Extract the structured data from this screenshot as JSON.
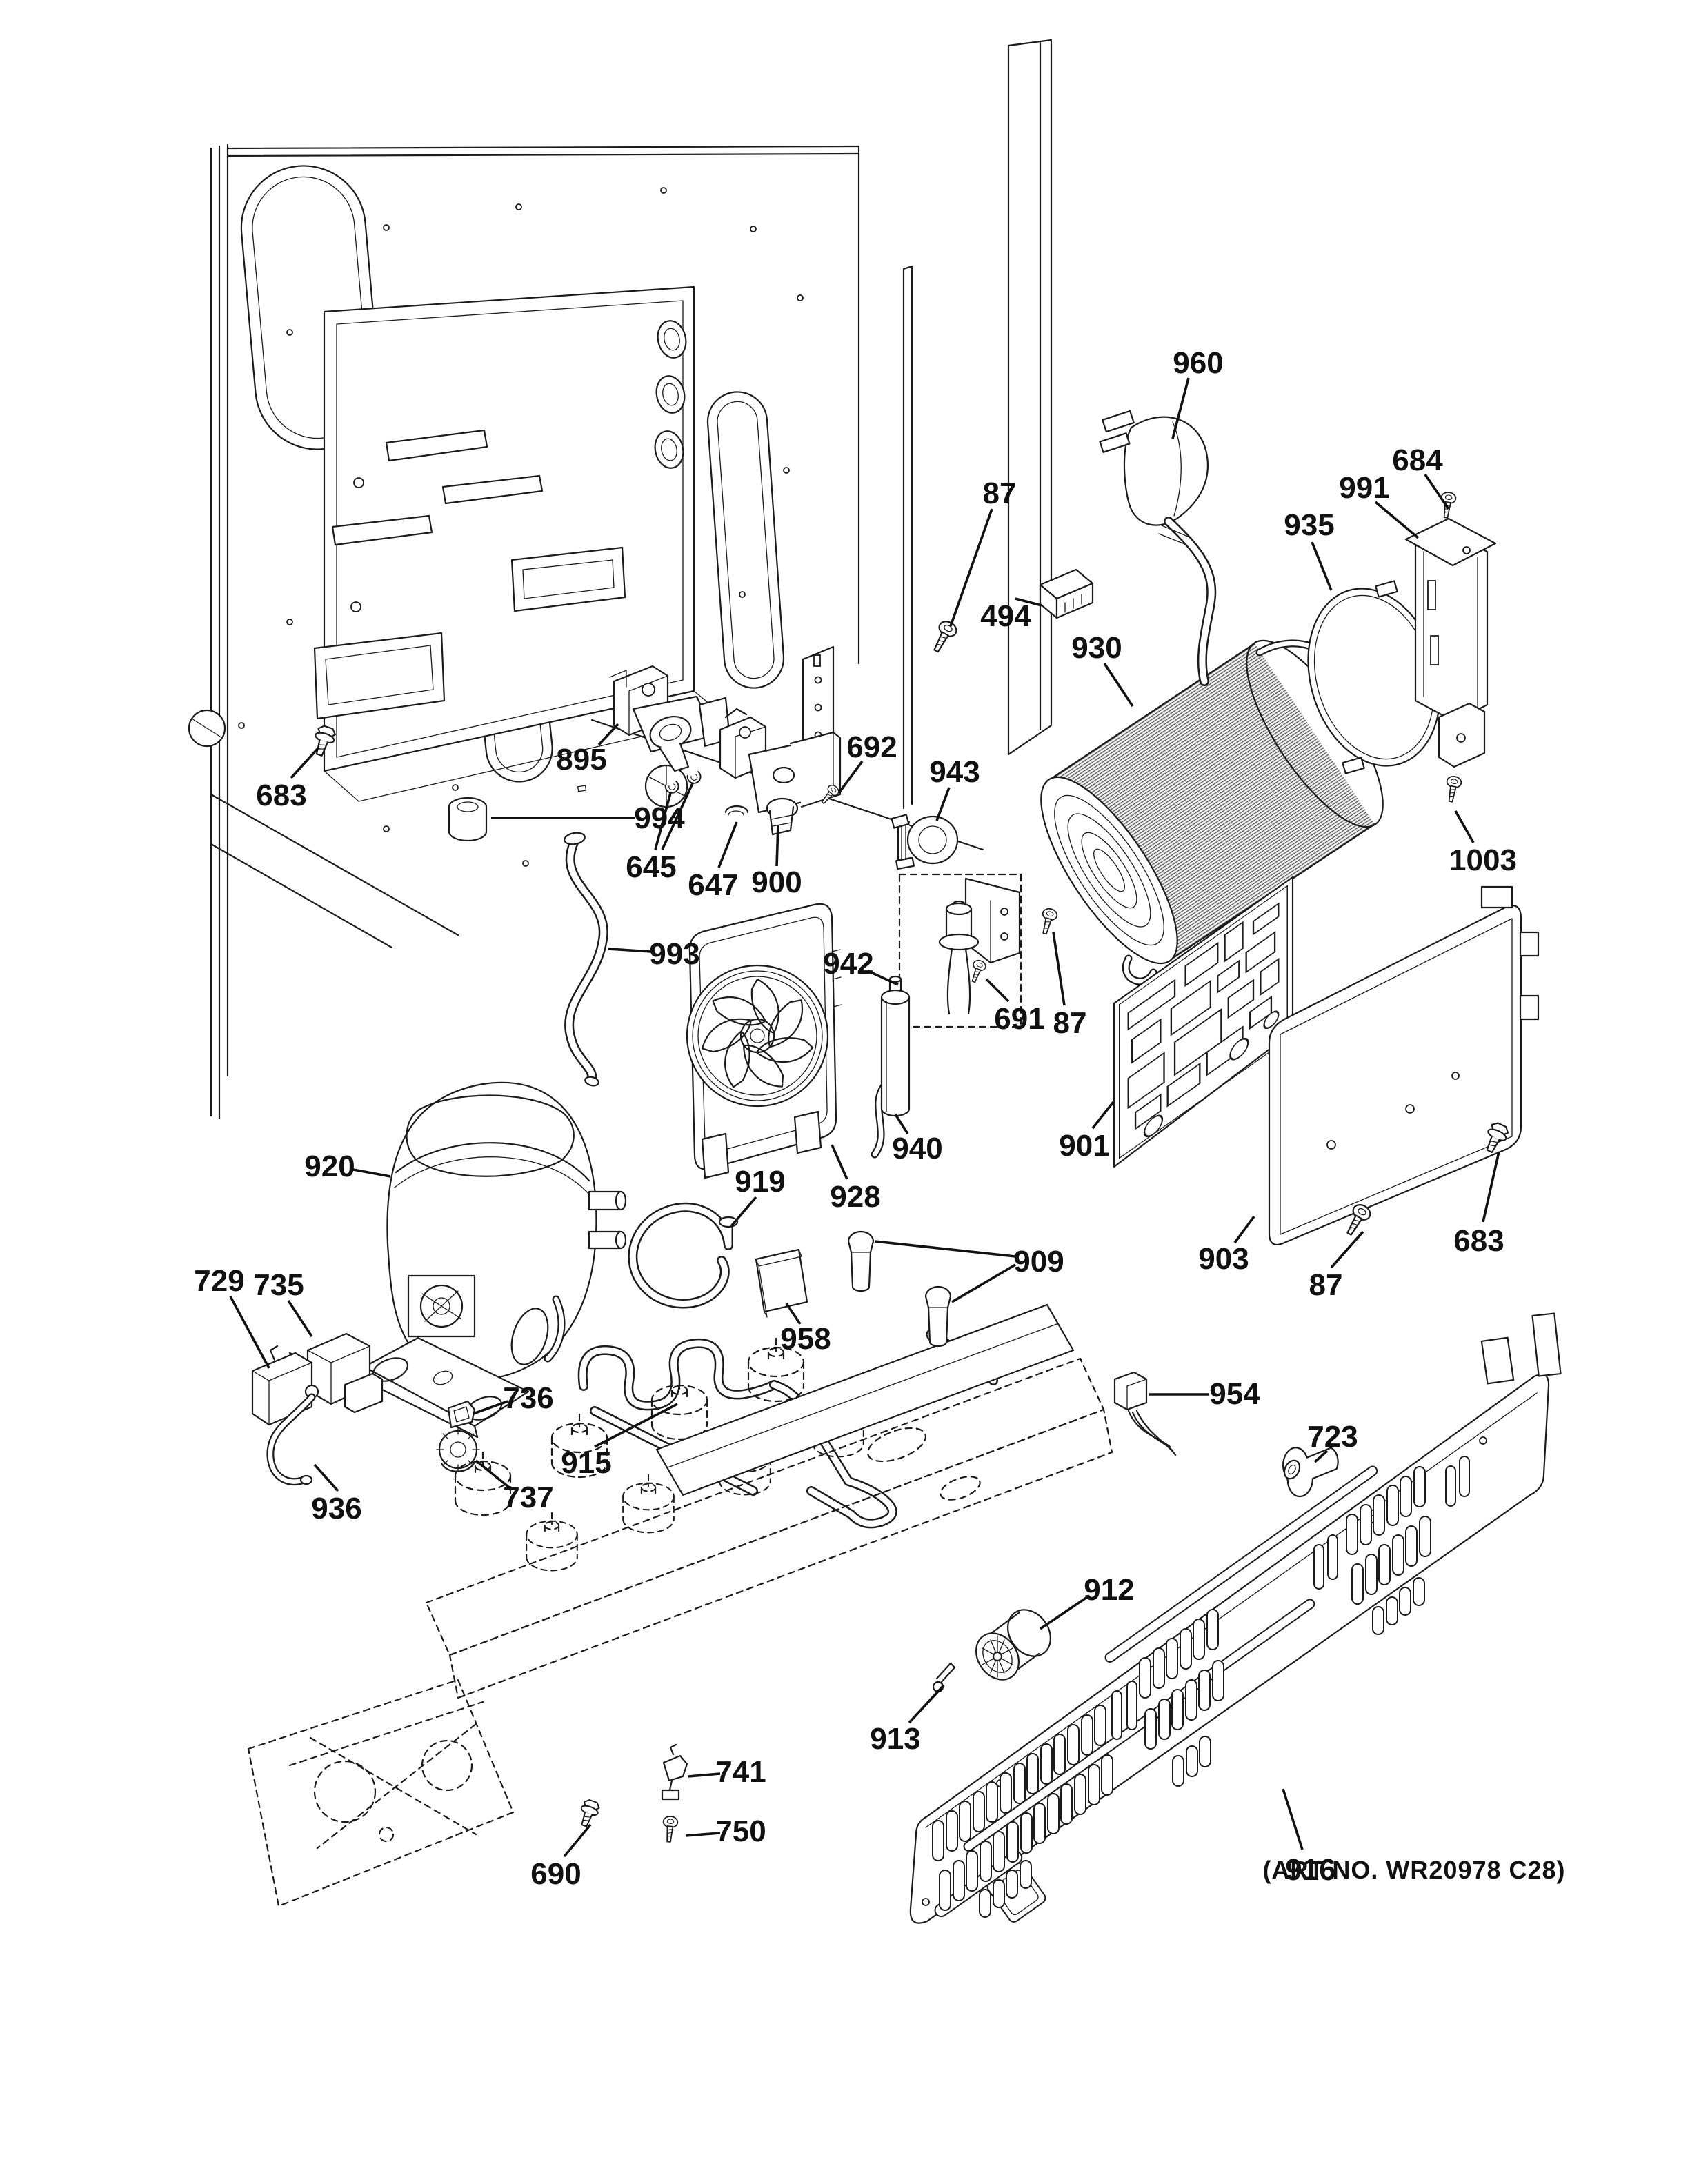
{
  "diagram": {
    "art_number": "(ART NO. WR20978 C28)",
    "callouts": {
      "c87a": "87",
      "c87b": "87",
      "c87c": "87",
      "c494": "494",
      "c645": "645",
      "c647": "647",
      "c683a": "683",
      "c683b": "683",
      "c684": "684",
      "c690": "690",
      "c691": "691",
      "c692": "692",
      "c723": "723",
      "c729": "729",
      "c735": "735",
      "c736": "736",
      "c737": "737",
      "c741": "741",
      "c750": "750",
      "c895": "895",
      "c900": "900",
      "c901": "901",
      "c903": "903",
      "c909": "909",
      "c912": "912",
      "c913": "913",
      "c915": "915",
      "c916": "916",
      "c919": "919",
      "c920": "920",
      "c928": "928",
      "c930": "930",
      "c935": "935",
      "c936": "936",
      "c940": "940",
      "c942": "942",
      "c943": "943",
      "c954": "954",
      "c958": "958",
      "c960": "960",
      "c991": "991",
      "c993": "993",
      "c994": "994",
      "c1003": "1003"
    }
  }
}
